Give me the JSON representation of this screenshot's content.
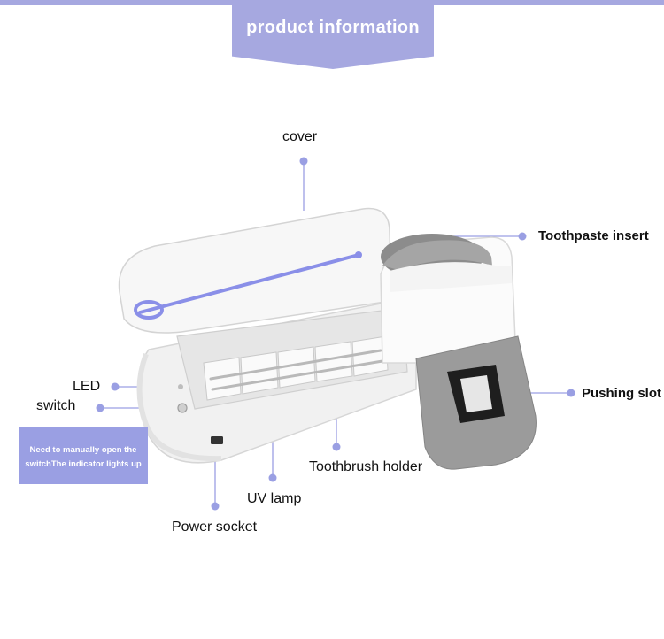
{
  "header": {
    "title": "product information"
  },
  "colors": {
    "accent": "#a6a8e0",
    "note_bg": "#9a9fe3",
    "uv_blue": "#8a8fe8"
  },
  "labels": {
    "cover": "cover",
    "toothpaste_insert": "Toothpaste insert",
    "led": "LED",
    "switch": "switch",
    "pushing_slot": "Pushing slot",
    "toothbrush_holder": "Toothbrush holder",
    "uv_lamp": "UV lamp",
    "power_socket": "Power socket"
  },
  "note": {
    "line1": "Need to manually open the",
    "line2": "switchThe indicator lights up"
  }
}
